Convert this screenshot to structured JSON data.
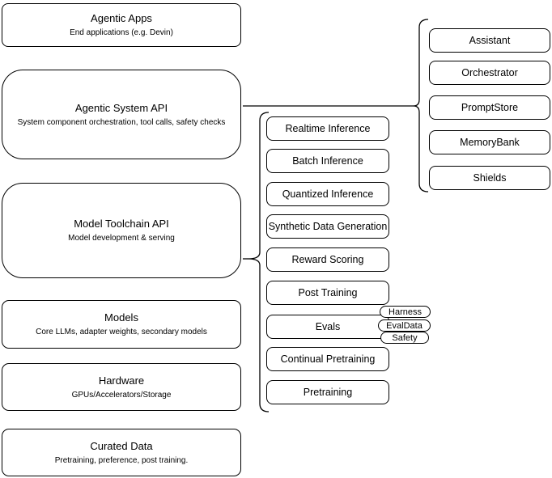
{
  "diagram": {
    "left_column": [
      {
        "title": "Agentic Apps",
        "subtitle": "End applications (e.g. Devin)"
      },
      {
        "title": "Agentic System API",
        "subtitle": "System component orchestration, tool calls, safety checks"
      },
      {
        "title": "Model Toolchain API",
        "subtitle": "Model development & serving"
      },
      {
        "title": "Models",
        "subtitle": "Core LLMs, adapter weights, secondary models"
      },
      {
        "title": "Hardware",
        "subtitle": "GPUs/Accelerators/Storage"
      },
      {
        "title": "Curated Data",
        "subtitle": "Pretraining, preference, post training."
      }
    ],
    "toolchain_items": [
      "Realtime Inference",
      "Batch Inference",
      "Quantized Inference",
      "Synthetic Data Generation",
      "Reward Scoring",
      "Post Training",
      "Evals",
      "Continual Pretraining",
      "Pretraining"
    ],
    "eval_tags": [
      "Harness",
      "EvalData",
      "Safety"
    ],
    "system_components": [
      "Assistant",
      "Orchestrator",
      "PromptStore",
      "MemoryBank",
      "Shields"
    ],
    "colors": {
      "border": "#000000",
      "background": "#ffffff",
      "text": "#000000"
    }
  }
}
